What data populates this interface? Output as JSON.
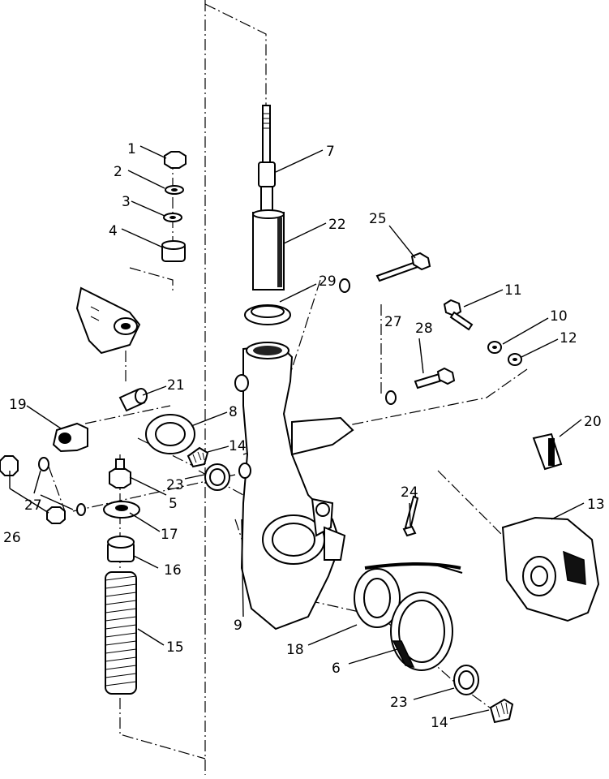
{
  "callouts": [
    {
      "id": "c1",
      "text": "1"
    },
    {
      "id": "c2",
      "text": "2"
    },
    {
      "id": "c3",
      "text": "3"
    },
    {
      "id": "c4",
      "text": "4"
    },
    {
      "id": "c7",
      "text": "7"
    },
    {
      "id": "c22",
      "text": "22"
    },
    {
      "id": "c25",
      "text": "25"
    },
    {
      "id": "c29",
      "text": "29"
    },
    {
      "id": "c27a",
      "text": "27"
    },
    {
      "id": "c28",
      "text": "28"
    },
    {
      "id": "c11",
      "text": "11"
    },
    {
      "id": "c10",
      "text": "10"
    },
    {
      "id": "c12",
      "text": "12"
    },
    {
      "id": "c21",
      "text": "21"
    },
    {
      "id": "c19",
      "text": "19"
    },
    {
      "id": "c8",
      "text": "8"
    },
    {
      "id": "c14a",
      "text": "14"
    },
    {
      "id": "c20",
      "text": "20"
    },
    {
      "id": "c23a",
      "text": "23"
    },
    {
      "id": "c5",
      "text": "5"
    },
    {
      "id": "c27b",
      "text": "27"
    },
    {
      "id": "c17",
      "text": "17"
    },
    {
      "id": "c26",
      "text": "26"
    },
    {
      "id": "c24",
      "text": "24"
    },
    {
      "id": "c13",
      "text": "13"
    },
    {
      "id": "c16",
      "text": "16"
    },
    {
      "id": "c9",
      "text": "9"
    },
    {
      "id": "c15",
      "text": "15"
    },
    {
      "id": "c18",
      "text": "18"
    },
    {
      "id": "c6",
      "text": "6"
    },
    {
      "id": "c23b",
      "text": "23"
    },
    {
      "id": "c14b",
      "text": "14"
    }
  ]
}
